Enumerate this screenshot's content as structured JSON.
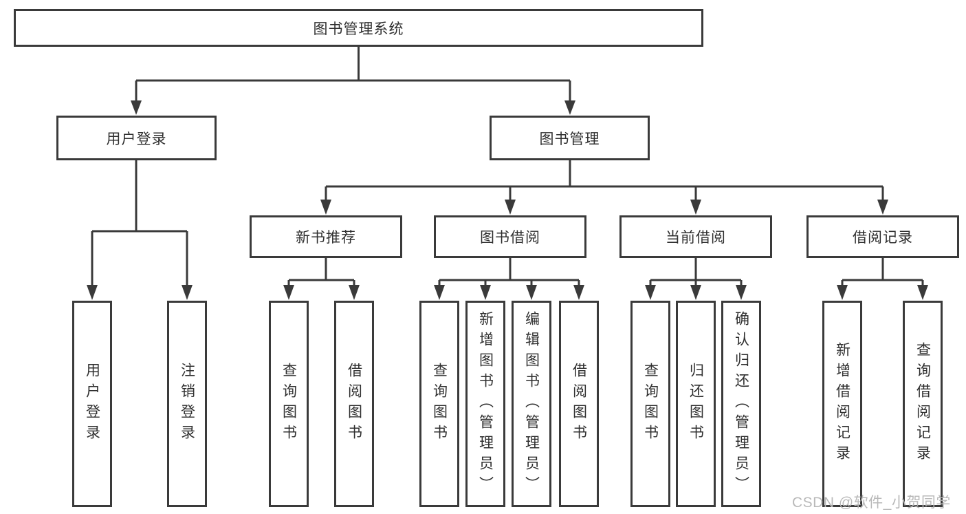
{
  "diagram": {
    "type": "hierarchy-tree",
    "root": {
      "label": "图书管理系统"
    },
    "level2": [
      {
        "label": "用户登录",
        "parent": "图书管理系统"
      },
      {
        "label": "图书管理",
        "parent": "图书管理系统"
      }
    ],
    "level3": [
      {
        "label": "新书推荐",
        "parent": "图书管理"
      },
      {
        "label": "图书借阅",
        "parent": "图书管理"
      },
      {
        "label": "当前借阅",
        "parent": "图书管理"
      },
      {
        "label": "借阅记录",
        "parent": "图书管理"
      }
    ],
    "leaves": [
      {
        "label": "用户登录",
        "parent": "用户登录"
      },
      {
        "label": "注销登录",
        "parent": "用户登录"
      },
      {
        "label": "查询图书",
        "parent": "新书推荐"
      },
      {
        "label": "借阅图书",
        "parent": "新书推荐"
      },
      {
        "label": "查询图书",
        "parent": "图书借阅"
      },
      {
        "label": "新增图书（管理员）",
        "parent": "图书借阅"
      },
      {
        "label": "编辑图书（管理员）",
        "parent": "图书借阅"
      },
      {
        "label": "借阅图书",
        "parent": "图书借阅"
      },
      {
        "label": "查询图书",
        "parent": "当前借阅"
      },
      {
        "label": "归还图书",
        "parent": "当前借阅"
      },
      {
        "label": "确认归还（管理员）",
        "parent": "当前借阅"
      },
      {
        "label": "新增借阅记录",
        "parent": "借阅记录"
      },
      {
        "label": "查询借阅记录",
        "parent": "借阅记录"
      }
    ],
    "watermark": "CSDN @软件_小贺同学",
    "colors": {
      "line": "#3a3a3a",
      "text": "#2f2f2f",
      "background": "#ffffff",
      "watermark": "#b9b9b9"
    }
  }
}
